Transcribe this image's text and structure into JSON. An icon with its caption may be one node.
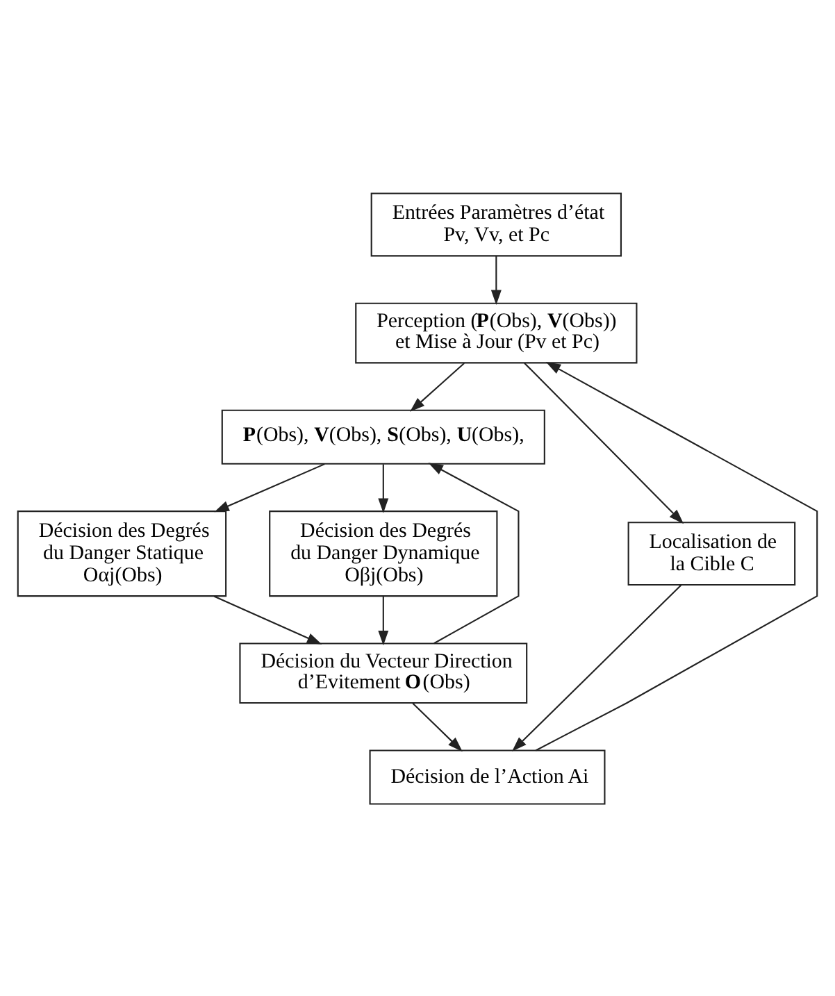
{
  "diagram": {
    "nodes": [
      {
        "text": [
          "Entrées Paramètres d’état Pv, Vv, et Pc"
        ]
      },
      {
        "text": [
          "Perception (**P**(Obs), **V**(Obs)) et Mise à Jour (Pv et Pc)"
        ]
      },
      {
        "text": [
          "**P**(Obs), **V**(Obs), **S**(Obs), **U**(Obs),"
        ]
      },
      {
        "text": [
          "Décision des Degrés du Danger Statique Oαj(Obs)"
        ]
      },
      {
        "text": [
          "Décision des Degrés du Danger Dynamique Oβj(Obs)"
        ]
      },
      {
        "text": [
          "Décision du Vecteur Direction d’Evitement **O**(Obs)"
        ]
      },
      {
        "text": [
          "Localisation de la Cible C"
        ]
      },
      {
        "text": [
          "Décision de l’Action Ai"
        ]
      }
    ],
    "edges": [
      {
        "from": 0,
        "to": 1,
        "arrow": "to"
      },
      {
        "from": 1,
        "to": 2,
        "arrow": "to"
      },
      {
        "from": 1,
        "to": 6,
        "arrow": "to"
      },
      {
        "from": 2,
        "to": 3,
        "arrow": "to"
      },
      {
        "from": 2,
        "to": 4,
        "arrow": "to"
      },
      {
        "from": 3,
        "to": 5,
        "arrow": "to"
      },
      {
        "from": 4,
        "to": 5,
        "arrow": "to"
      },
      {
        "from": 5,
        "to": 2,
        "arrow": "to"
      },
      {
        "from": 5,
        "to": 7,
        "arrow": "to"
      },
      {
        "from": 6,
        "to": 7,
        "arrow": "to"
      },
      {
        "from": 7,
        "to": 1,
        "arrow": "to"
      }
    ]
  }
}
